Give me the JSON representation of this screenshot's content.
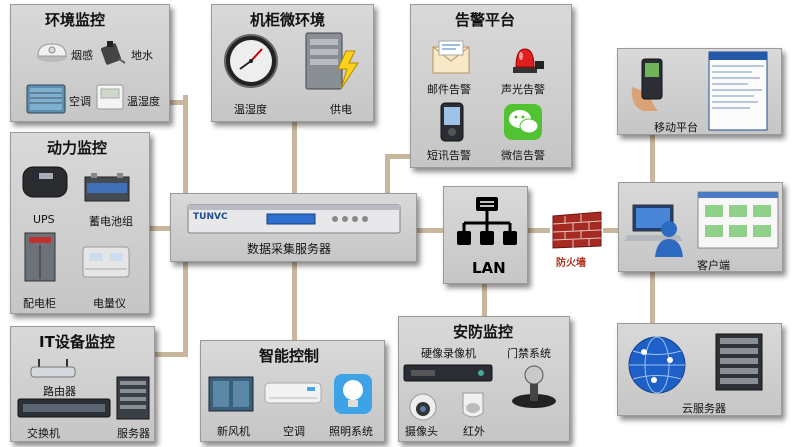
{
  "panels": {
    "env": {
      "title": "环境监控",
      "items": [
        "烟感",
        "地水",
        "空调",
        "温湿度"
      ]
    },
    "cabinet": {
      "title": "机柜微环境",
      "items": [
        "温湿度",
        "供电"
      ]
    },
    "alarm": {
      "title": "告警平台",
      "items": [
        "邮件告警",
        "声光告警",
        "短讯告警",
        "微信告警"
      ]
    },
    "power": {
      "title": "动力监控",
      "items": [
        "UPS",
        "蓄电池组",
        "配电柜",
        "电量仪"
      ]
    },
    "server": {
      "label": "数据采集服务器",
      "device_brand": "TUNVC"
    },
    "lan": {
      "label": "LAN"
    },
    "firewall": {
      "label": "防火墙"
    },
    "mobile": {
      "label": "移动平台"
    },
    "client": {
      "label": "客户端"
    },
    "cloud": {
      "label": "云服务器"
    },
    "it": {
      "title": "IT设备监控",
      "items": [
        "路由器",
        "交换机",
        "服务器"
      ]
    },
    "smart": {
      "title": "智能控制",
      "items": [
        "新风机",
        "空调",
        "照明系统"
      ]
    },
    "security": {
      "title": "安防监控",
      "items": [
        "硬像录像机",
        "门禁系统",
        "摄像头",
        "红外"
      ]
    }
  },
  "colors": {
    "panel": "#cfcfcf",
    "connector": "#c9b79d",
    "firewall": "#b0311e"
  }
}
